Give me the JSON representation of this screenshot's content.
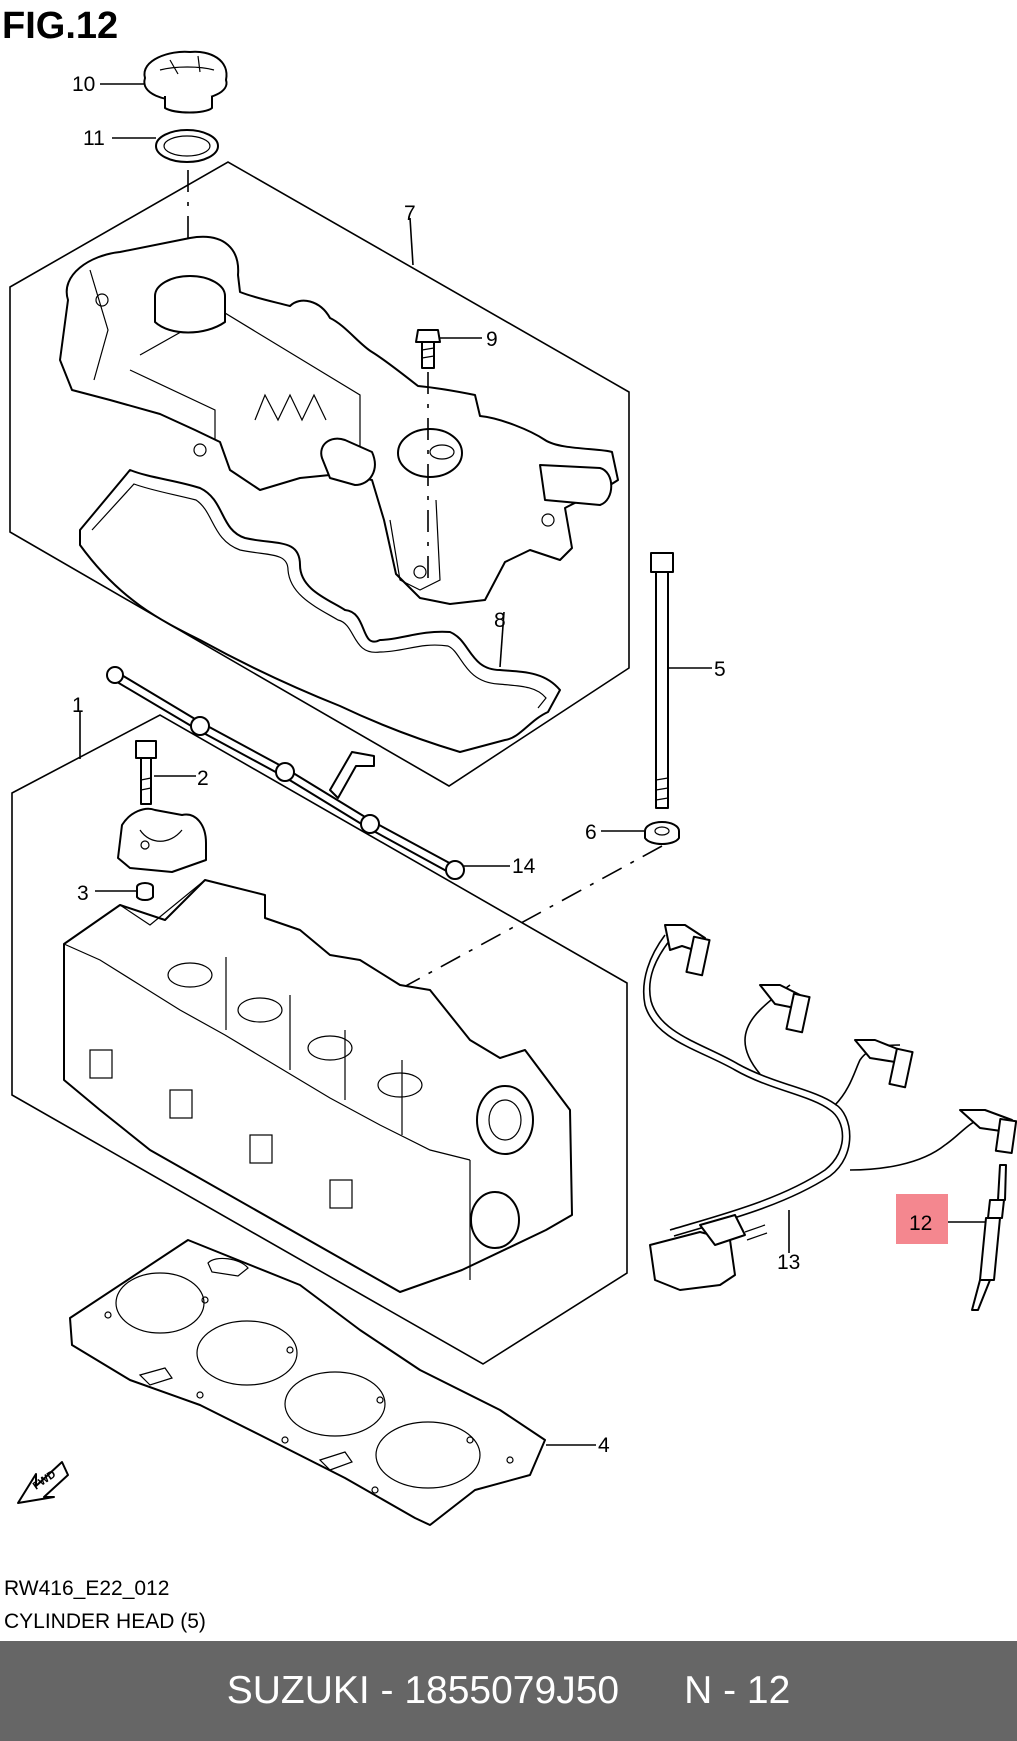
{
  "figure": {
    "title": "FIG.12",
    "drawing_code": "RW416_E22_012",
    "caption": "CYLINDER HEAD (5)"
  },
  "callouts": {
    "c1": "1",
    "c2": "2",
    "c3": "3",
    "c4": "4",
    "c5": "5",
    "c6": "6",
    "c7": "7",
    "c8": "8",
    "c9": "9",
    "c10": "10",
    "c11": "11",
    "c12": "12",
    "c13": "13",
    "c14": "14"
  },
  "highlight": {
    "callout": "12",
    "color": "#f4878f"
  },
  "fwd_arrow_label": "FWD",
  "footer": {
    "text": "SUZUKI - 1855079J50      N - 12",
    "background": "#666666"
  }
}
